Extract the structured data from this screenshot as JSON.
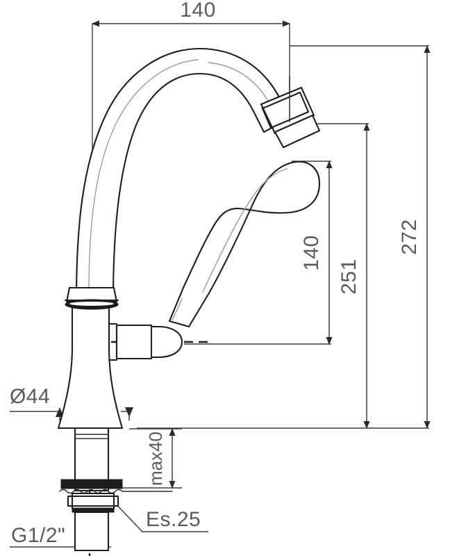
{
  "drawing": {
    "title": "Faucet Technical Elevation Drawing",
    "type": "engineering-dimension-drawing",
    "subject": "swan-neck single-lever sink mixer tap",
    "units": "mm",
    "background_color": "#ffffff",
    "line_color": "#1d1d1d",
    "dimension_color": "#5a5a5a"
  },
  "dimensions": {
    "spout_reach": {
      "label": "140",
      "orientation": "horizontal",
      "position": "top"
    },
    "handle_height": {
      "label": "140",
      "orientation": "vertical",
      "position": "inner-right"
    },
    "spout_outlet_height": {
      "label": "251",
      "orientation": "vertical",
      "position": "mid-right"
    },
    "overall_height": {
      "label": "272",
      "orientation": "vertical",
      "position": "far-right"
    },
    "base_diameter": {
      "label": "Ø44",
      "orientation": "horizontal",
      "position": "left"
    },
    "mounting_thickness": {
      "label": "max40",
      "orientation": "vertical",
      "position": "lower-center"
    },
    "thread_size": {
      "label": "G1/2\"",
      "orientation": "horizontal",
      "position": "bottom-left"
    },
    "wrench_size": {
      "label": "Es.25",
      "orientation": "horizontal",
      "position": "bottom-right"
    }
  },
  "components": [
    {
      "name": "spout",
      "description": "curved swan-neck tubular spout"
    },
    {
      "name": "aerator",
      "description": "knurled outlet aerator at spout tip"
    },
    {
      "name": "lever-handle",
      "description": "curved single lever handle"
    },
    {
      "name": "cartridge-housing",
      "description": "cylindrical cartridge body with dome cap"
    },
    {
      "name": "swivel-collar",
      "description": "collar ring with o-ring groove"
    },
    {
      "name": "body-base",
      "description": "flared conical base / escutcheon"
    },
    {
      "name": "shank",
      "description": "threaded mounting shank"
    },
    {
      "name": "mounting-washer",
      "description": "flat washer plate"
    },
    {
      "name": "hex-nut",
      "description": "hexagonal mounting nut"
    },
    {
      "name": "counter-surface",
      "description": "wavy break line indicating counter top"
    },
    {
      "name": "centerline",
      "description": "vertical dash-dot axis"
    }
  ]
}
